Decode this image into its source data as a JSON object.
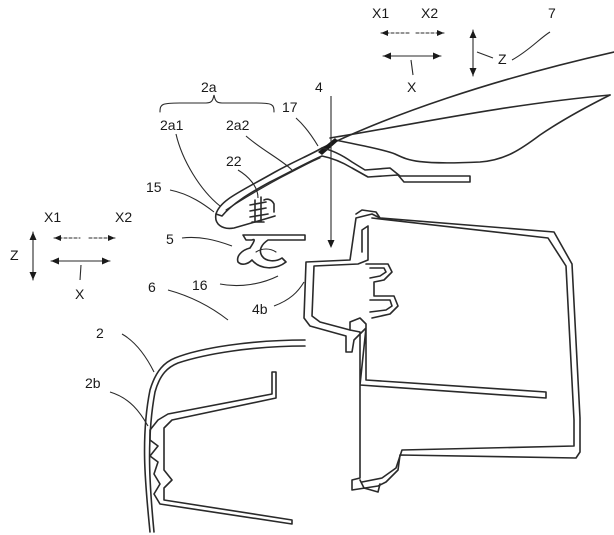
{
  "labels": {
    "x1_top": "X1",
    "x2_top": "X2",
    "x_top": "X",
    "z_top": "Z",
    "l7": "7",
    "l4": "4",
    "l2a": "2a",
    "l2a1": "2a1",
    "l2a2": "2a2",
    "l17": "17",
    "l22": "22",
    "l15": "15",
    "l5": "5",
    "x1_left": "X1",
    "x2_left": "X2",
    "z_left": "Z",
    "x_left": "X",
    "l16": "16",
    "l6": "6",
    "l4b": "4b",
    "l2": "2",
    "l2b": "2b"
  }
}
